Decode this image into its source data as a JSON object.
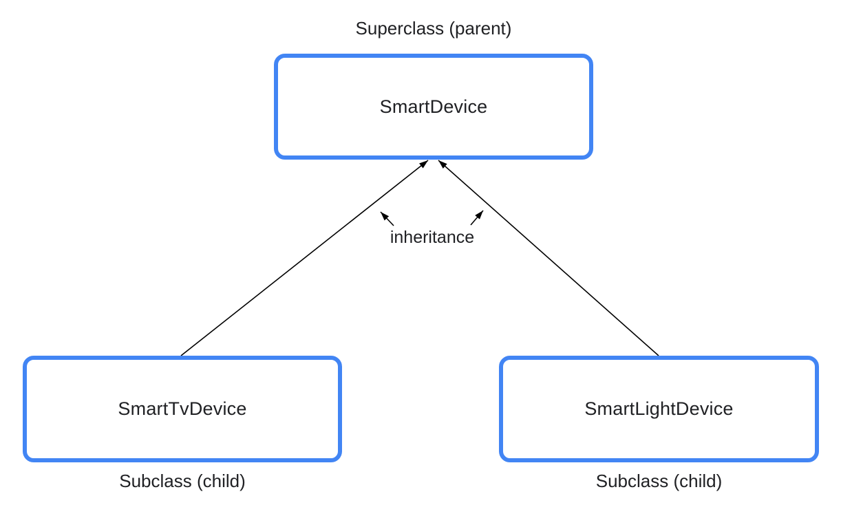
{
  "diagram": {
    "superclass_caption": "Superclass (parent)",
    "superclass": {
      "label": "SmartDevice"
    },
    "subclasses": [
      {
        "label": "SmartTvDevice",
        "caption": "Subclass (child)"
      },
      {
        "label": "SmartLightDevice",
        "caption": "Subclass (child)"
      }
    ],
    "edge_label": "inheritance",
    "colors": {
      "background": "#ffffff",
      "box_border": "#4285f4",
      "box_fill": "#ffffff",
      "text": "#202124",
      "arrow": "#000000"
    }
  }
}
